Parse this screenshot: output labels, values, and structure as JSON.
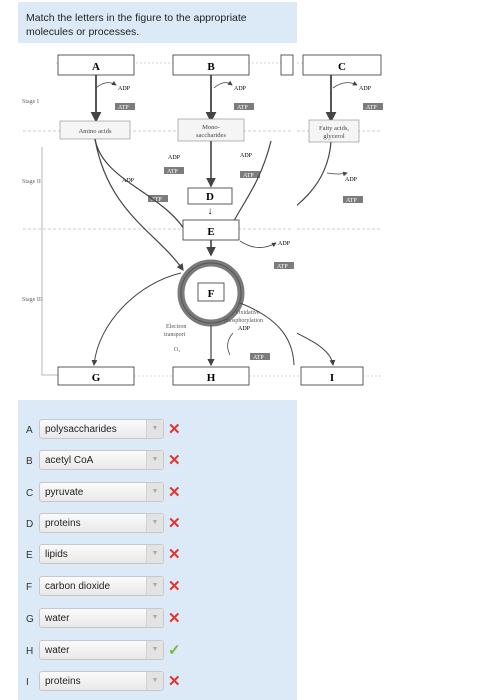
{
  "question": {
    "text": "Match the letters in the figure to the appropriate molecules or processes."
  },
  "figure": {
    "boxes": [
      "A",
      "B",
      "C",
      "D",
      "E",
      "F",
      "G",
      "H",
      "I"
    ],
    "stages": [
      "Stage I",
      "Stage II",
      "Stage III"
    ],
    "labels": {
      "adp": "ADP",
      "atp": "ATP",
      "amino_acids": "Amino acids",
      "mono_line1": "Mono-",
      "mono_line2": "saccharides",
      "fatty_line1": "Fatty acids,",
      "fatty_line2": "glycerol",
      "oxidative_line1": "Oxidative",
      "oxidative_line2": "phosphorylation",
      "electron_line1": "Electron",
      "electron_line2": "transport",
      "oxygen": "O₂",
      "down_arrow": "↓"
    }
  },
  "answers": [
    {
      "letter": "A",
      "value": "polysaccharides",
      "correct": false
    },
    {
      "letter": "B",
      "value": "acetyl CoA",
      "correct": false
    },
    {
      "letter": "C",
      "value": "pyruvate",
      "correct": false
    },
    {
      "letter": "D",
      "value": "proteins",
      "correct": false
    },
    {
      "letter": "E",
      "value": "lipids",
      "correct": false
    },
    {
      "letter": "F",
      "value": "carbon dioxide",
      "correct": false
    },
    {
      "letter": "G",
      "value": "water",
      "correct": false
    },
    {
      "letter": "H",
      "value": "water",
      "correct": true
    },
    {
      "letter": "I",
      "value": "proteins",
      "correct": false
    }
  ],
  "marks": {
    "wrong": "✕",
    "right": "✓",
    "arrow": "▼"
  },
  "colors": {
    "panel": "#dce9f6",
    "wrong": "#e3342f",
    "right": "#6fbd38",
    "atp": "#7c7c7c"
  }
}
